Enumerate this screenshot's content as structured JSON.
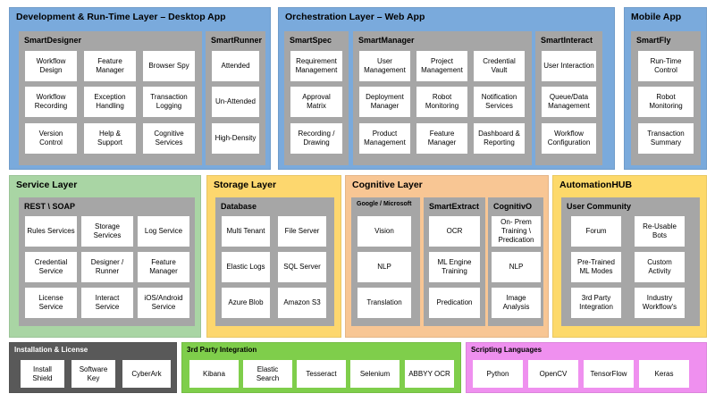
{
  "colors": {
    "blue_layer": "#7aaadc",
    "green_layer": "#a9d5a4",
    "yellow_layer": "#fdd76e",
    "orange_layer": "#f8c694",
    "automation_layer": "#fdd96a",
    "gray_group": "#a6a6a6",
    "install_layer": "#595959",
    "thirdparty_layer": "#7fce4b",
    "scripting_layer": "#ef90ef"
  },
  "dev": {
    "title": "Development & Run-Time Layer – Desktop App",
    "designer": {
      "title": "SmartDesigner",
      "items": [
        "Workflow Design",
        "Feature Manager",
        "Browser Spy",
        "Workflow Recording",
        "Exception Handling",
        "Transaction Logging",
        "Version Control",
        "Help & Support",
        "Cognitive Services"
      ]
    },
    "runner": {
      "title": "SmartRunner",
      "items": [
        "Attended",
        "Un-Attended",
        "High-Density"
      ]
    }
  },
  "orch": {
    "title": "Orchestration Layer – Web App",
    "spec": {
      "title": "SmartSpec",
      "items": [
        "Requirement Management",
        "Approval Matrix",
        "Recording / Drawing"
      ]
    },
    "manager": {
      "title": "SmartManager",
      "items": [
        "User Management",
        "Project Management",
        "Credential Vault",
        "Deployment Manager",
        "Robot Monitoring",
        "Notification Services",
        "Product Management",
        "Feature Manager",
        "Dashboard & Reporting"
      ]
    },
    "interact": {
      "title": "SmartInteract",
      "items": [
        "User Interaction",
        "Queue/Data Management",
        "Workflow Configuration"
      ]
    }
  },
  "mobile": {
    "title": "Mobile App",
    "fly": {
      "title": "SmartFly",
      "items": [
        "Run-Time Control",
        "Robot Monitoring",
        "Transaction Summary"
      ]
    }
  },
  "service": {
    "title": "Service Layer",
    "rest": {
      "title": "REST \\ SOAP",
      "items": [
        "Rules Services",
        "Storage Services",
        "Log Service",
        "Credential Service",
        "Designer / Runner",
        "Feature Manager",
        "License Service",
        "Interact Service",
        "iOS/Android Service"
      ]
    }
  },
  "storage": {
    "title": "Storage Layer",
    "db": {
      "title": "Database",
      "items": [
        "Multi Tenant",
        "File Server",
        "Elastic Logs",
        "SQL Server",
        "Azure Blob",
        "Amazon S3"
      ]
    }
  },
  "cognitive": {
    "title": "Cognitive Layer",
    "google": {
      "title": "Google / Microsoft",
      "items": [
        "Vision",
        "NLP",
        "Translation"
      ]
    },
    "extract": {
      "title": "SmartExtract",
      "items": [
        "OCR",
        "ML Engine Training",
        "Predication"
      ]
    },
    "cognitivo": {
      "title": "CognitivO",
      "items": [
        "On- Prem Training \\ Predication",
        "NLP",
        "Image Analysis"
      ]
    }
  },
  "hub": {
    "title": "AutomationHUB",
    "community": {
      "title": "User Community",
      "items": [
        "Forum",
        "Re-Usable Bots",
        "Pre-Trained ML Modes",
        "Custom Activity",
        "3rd Party Integration",
        "Industry Workflow's"
      ]
    }
  },
  "install": {
    "title": "Installation & License",
    "items": [
      "Install Shield",
      "Software Key",
      "CyberArk"
    ]
  },
  "thirdparty": {
    "title": "3rd Party Integration",
    "items": [
      "Kibana",
      "Elastic Search",
      "Tesseract",
      "Selenium",
      "ABBYY OCR"
    ]
  },
  "scripting": {
    "title": "Scripting Languages",
    "items": [
      "Python",
      "OpenCV",
      "TensorFlow",
      "Keras"
    ]
  }
}
